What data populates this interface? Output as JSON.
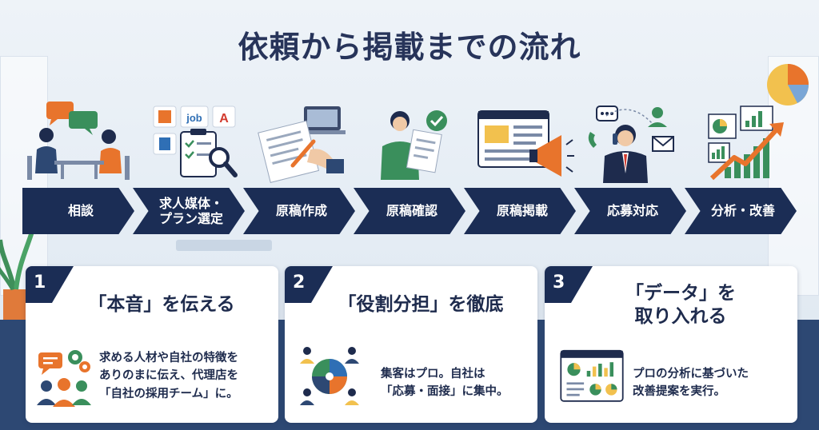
{
  "title": "依頼から掲載までの流れ",
  "steps": [
    {
      "label": "相談",
      "icon": "consultation-meeting-icon"
    },
    {
      "label": "求人媒体・\nプラン選定",
      "icon": "media-plan-selection-icon"
    },
    {
      "label": "原稿作成",
      "icon": "manuscript-writing-icon"
    },
    {
      "label": "原稿確認",
      "icon": "manuscript-check-icon"
    },
    {
      "label": "原稿掲載",
      "icon": "manuscript-publish-icon"
    },
    {
      "label": "応募対応",
      "icon": "application-response-icon"
    },
    {
      "label": "分析・改善",
      "icon": "analysis-improvement-icon"
    }
  ],
  "media_badges": {
    "job": "job",
    "a": "A"
  },
  "cards": [
    {
      "number": "1",
      "heading": "「本音」を伝える",
      "body_lines": [
        "求める人材や自社の特徴を",
        "ありのまに伝え、代理店を",
        "「自社の採用チーム」に。"
      ],
      "icon": "team-communication-icon"
    },
    {
      "number": "2",
      "heading": "「役割分担」を徹底",
      "body_lines": [
        "集客はプロ。自社は",
        "「応募・面接」に集中。"
      ],
      "icon": "puzzle-team-icon"
    },
    {
      "number": "3",
      "heading": "「データ」を\n取り入れる",
      "body_lines": [
        "プロの分析に基づいた",
        "改善提案を実行。"
      ],
      "icon": "data-dashboard-icon"
    }
  ],
  "colors": {
    "navy": "#1b2d55",
    "accent_orange": "#e8742c",
    "accent_green": "#3a8f5c",
    "accent_blue": "#2f6fb5"
  }
}
